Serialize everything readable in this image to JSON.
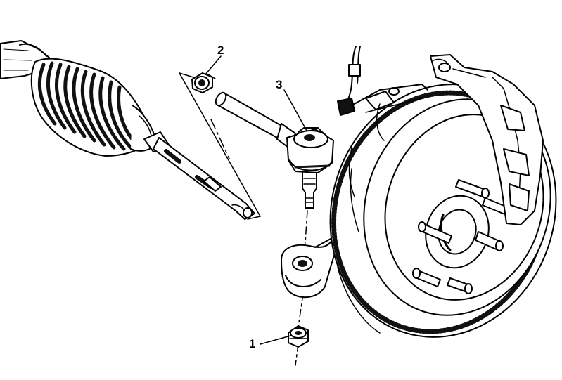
{
  "diagram": {
    "callouts": [
      {
        "id": "1",
        "label": "1",
        "part": "tie-rod-nut"
      },
      {
        "id": "2",
        "label": "2",
        "part": "jam-nut"
      },
      {
        "id": "3",
        "label": "3",
        "part": "outer-tie-rod-end"
      }
    ],
    "colors": {
      "line": "#000000",
      "fill": "#ffffff",
      "shade": "#1a1a1a",
      "grey": "#bdbdbd"
    }
  }
}
